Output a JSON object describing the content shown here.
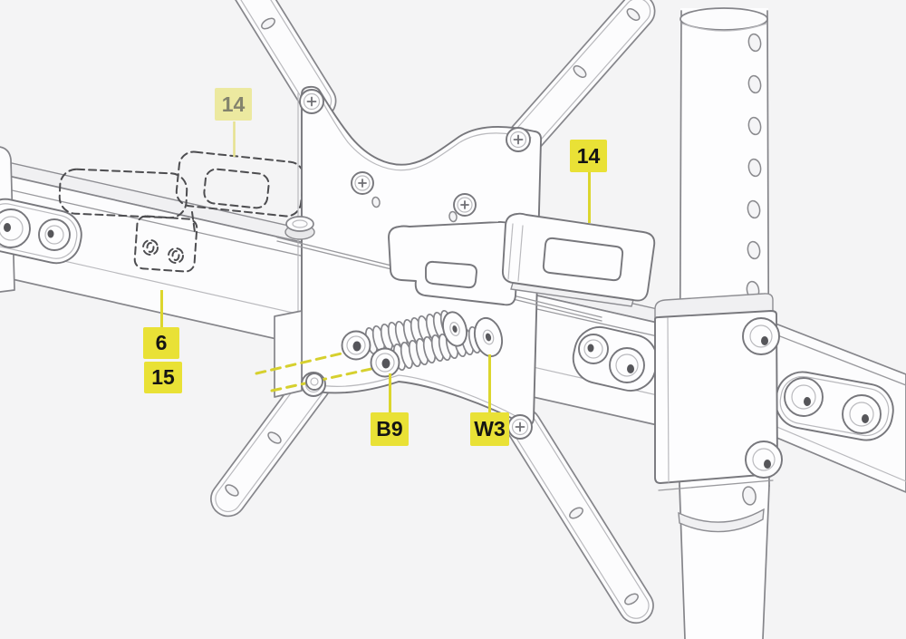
{
  "diagram": {
    "title": "Wall-mount bracket assembly step diagram",
    "labels": {
      "ghost14": {
        "text": "14",
        "variant": "muted"
      },
      "part14": {
        "text": "14",
        "variant": "bright"
      },
      "part6": {
        "text": "6",
        "variant": "bright"
      },
      "part15": {
        "text": "15",
        "variant": "bright"
      },
      "partB9": {
        "text": "B9",
        "variant": "bright"
      },
      "partW3": {
        "text": "W3",
        "variant": "bright"
      }
    },
    "parts": {
      "extension-rail": {
        "callout": "6"
      },
      "extension-rail-assembly": {
        "callout": "15"
      },
      "locking-bracket": {
        "callout": "14"
      },
      "locking-bracket-installed-ghost": {
        "callout": "14"
      },
      "spring-bolts": {
        "callout": "B9"
      },
      "washers": {
        "callout": "W3"
      }
    },
    "colors": {
      "background": "#f4f4f5",
      "label_bg": "#e9e136",
      "label_text": "#141414",
      "label_bg_muted": "#ece9a0",
      "label_text_muted": "#83836d",
      "leader": "#dcd62d",
      "leader_muted": "#e6e28e",
      "line_art": "#85858a",
      "ghost_dash": "#4d4d50",
      "axis_dash": "#d6d02e"
    }
  }
}
